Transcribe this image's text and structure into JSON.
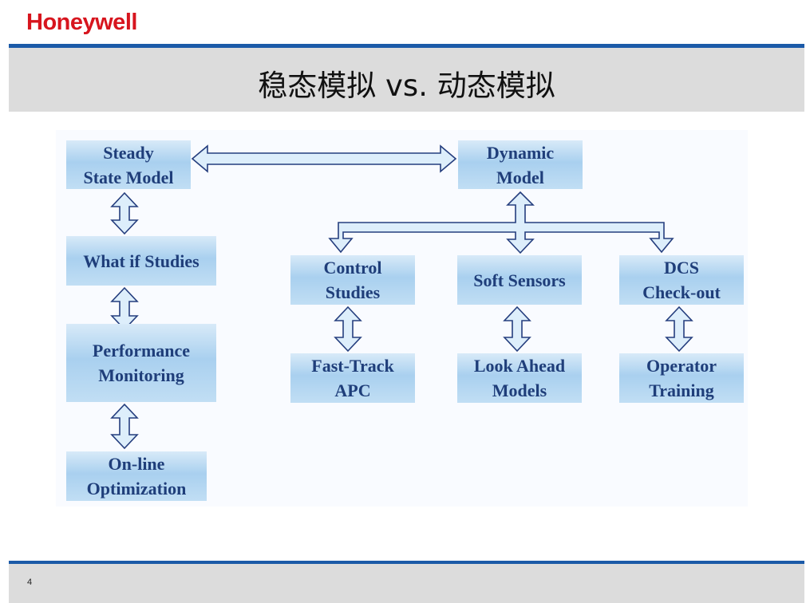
{
  "logo": {
    "text": "Honeywell",
    "color": "#d7151e"
  },
  "title": "稳态模拟 vs. 动态模拟",
  "colors": {
    "rule": "#1b5aa8",
    "band": "#dcdcdc",
    "node_text": "#1f3e7a",
    "node_fill": "#b5d7f2",
    "arrow_fill": "#ddeefb",
    "arrow_stroke": "#253e7e"
  },
  "nodes": {
    "steady_state_model": "Steady\nState Model",
    "what_if_studies": "What if Studies",
    "performance_monitoring": "Performance\nMonitoring",
    "online_optimization": "On-line\nOptimization",
    "dynamic_model": "Dynamic\nModel",
    "control_studies": "Control\nStudies",
    "soft_sensors": "Soft Sensors",
    "dcs_checkout": "DCS\nCheck-out",
    "fast_track_apc": "Fast-Track\nAPC",
    "look_ahead_models": "Look Ahead\nModels",
    "operator_training": "Operator\nTraining"
  },
  "footer": {
    "page_number": "4"
  }
}
